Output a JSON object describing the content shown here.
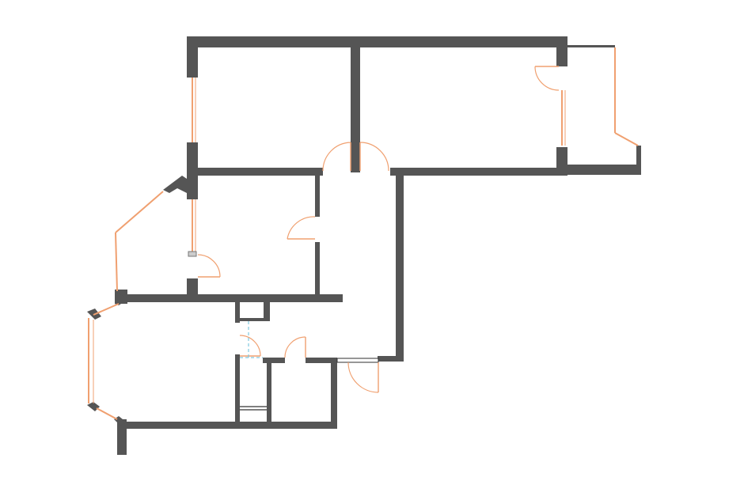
{
  "floor_plan": {
    "colors": {
      "wall": "#555555",
      "glazing": "#f0a070",
      "door_swing": "#f0a070",
      "dashed_partition": "#7fc8e0",
      "background": "#ffffff"
    },
    "rooms": [
      "room-top-left",
      "room-top-right",
      "balcony",
      "room-middle-left",
      "loggia-left",
      "room-bottom-left",
      "hallway",
      "bathroom",
      "toilet",
      "closet"
    ],
    "door_count": 7
  }
}
